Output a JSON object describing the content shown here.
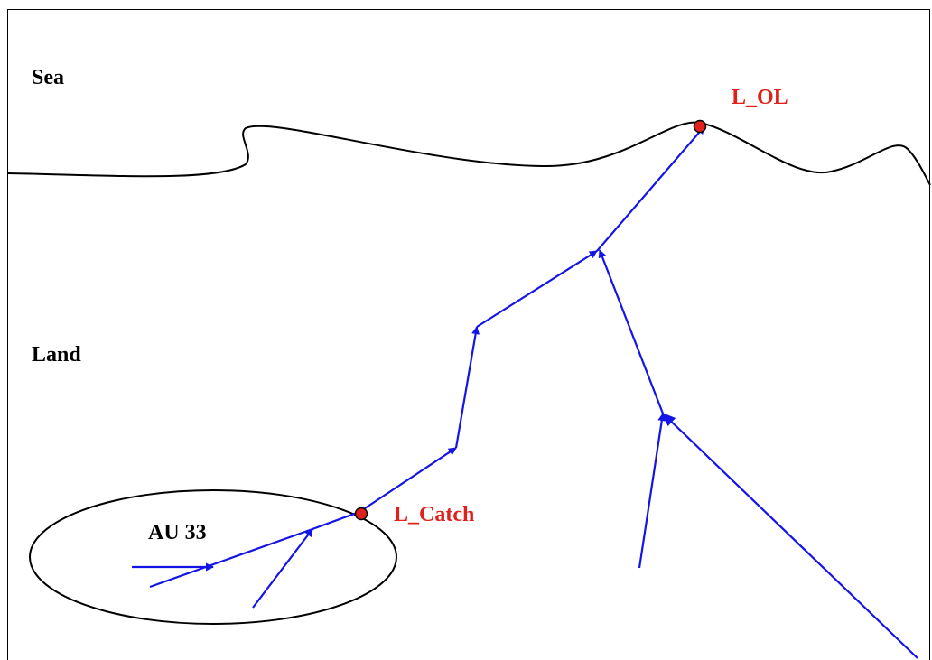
{
  "regions": {
    "sea": "Sea",
    "land": "Land"
  },
  "unit": {
    "label": "AU 33"
  },
  "points": {
    "outlet": "L_OL",
    "catchment": "L_Catch"
  },
  "colors": {
    "river": "#1414e6",
    "point_fill": "#e0201a",
    "coast": "#000000"
  }
}
